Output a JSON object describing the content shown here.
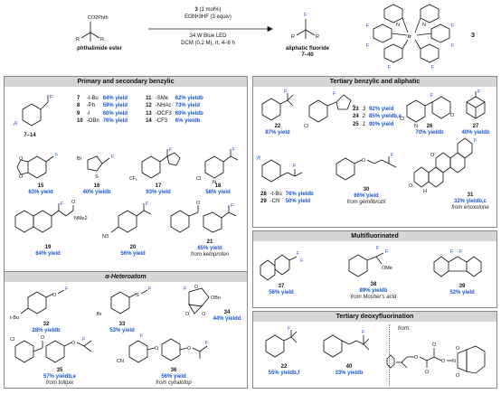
{
  "scheme": {
    "reactant_label": "phthalimide ester",
    "reagent_line1_num": "3",
    "reagent_line1_text": "(1 mol%)",
    "reagent_line2": "Et3N•3HF (3 equiv)",
    "reagent_line3": "34 W Blue LED",
    "reagent_line4": "DCM (0.2 M), rt, 4–6 h",
    "product_label": "aliphatic fluoride",
    "product_range": "7–40",
    "catalyst_num": "3",
    "reactant_atoms": {
      "top": "CO2Phth",
      "r1": "R",
      "r2": "R",
      "r3": "R"
    },
    "product_atoms": {
      "f": "F",
      "r1": "R",
      "r2": "R",
      "r3": "R"
    },
    "catalyst_atoms": {
      "ir": "Ir",
      "n": "N",
      "f": "F"
    }
  },
  "panels": {
    "primary_secondary": {
      "title": "Primary and secondary benzylic",
      "core_label": "7–14",
      "table": [
        {
          "num": "7",
          "r": "-t-Bu",
          "yield": "64% yield",
          "num2": "11",
          "r2": "-SMe",
          "yield2": "62% yieldb"
        },
        {
          "num": "8",
          "r": "-Ph",
          "yield": "59% yield",
          "num2": "12",
          "r2": "-NHAc",
          "yield2": "73% yield"
        },
        {
          "num": "9",
          "r": "-I",
          "yield": "60% yield",
          "num2": "13",
          "r2": "-OCF3",
          "yield2": "60% yieldb"
        },
        {
          "num": "10",
          "r": "-OBn",
          "yield": "76% yield",
          "num2": "14",
          "r2": "-CF3",
          "yield2": "6% yieldb"
        }
      ],
      "compounds": [
        {
          "num": "15",
          "yield": "63% yield"
        },
        {
          "num": "16",
          "yield": "40% yieldb"
        },
        {
          "num": "17",
          "yield": "93% yield"
        },
        {
          "num": "18",
          "yield": "58% yield"
        },
        {
          "num": "19",
          "yield": "64% yield"
        },
        {
          "num": "20",
          "yield": "56% yield"
        },
        {
          "num": "21",
          "yield": "65% yield",
          "from": "from ketoprofen"
        }
      ]
    },
    "alpha_hetero": {
      "title": "α-Heteroatom",
      "compounds": [
        {
          "num": "32",
          "yield": "28% yieldb"
        },
        {
          "num": "33",
          "yield": "53% yield"
        },
        {
          "num": "34",
          "yield": "44% yieldd"
        },
        {
          "num": "35",
          "yield": "57% yieldb,e",
          "from": "from trillipix"
        },
        {
          "num": "36",
          "yield": "56% yield",
          "from": "from cyhalofop"
        }
      ]
    },
    "tertiary_benzylic": {
      "title": "Tertiary benzylic and aliphatic",
      "compounds": [
        {
          "num": "22",
          "yield": "87% yield"
        },
        {
          "num": "26",
          "yield": "70% yieldb"
        },
        {
          "num": "27",
          "yield": "40% yieldb"
        },
        {
          "num": "30",
          "yield": "66% yield",
          "from": "from gemfibrozil"
        },
        {
          "num": "31",
          "yield": "32% yieldb,c",
          "from": "from enoxolone"
        }
      ],
      "ring_table": [
        {
          "num": "23",
          "n": "3",
          "yield": "92% yield"
        },
        {
          "num": "24",
          "n": "2",
          "yield": "85% yieldb,e"
        },
        {
          "num": "25",
          "n": "1",
          "yield": "90% yield"
        }
      ],
      "r_table": [
        {
          "num": "28",
          "r": "-t-Bu",
          "yield": "76% yieldb"
        },
        {
          "num": "29",
          "r": "-CN",
          "yield": "50% yield"
        }
      ]
    },
    "multifluorinated": {
      "title": "Multifluorinated",
      "compounds": [
        {
          "num": "37",
          "yield": "56% yield"
        },
        {
          "num": "38",
          "yield": "89% yieldb",
          "from": "from Mosher's acid"
        },
        {
          "num": "39",
          "yield": "52% yield"
        }
      ]
    },
    "deoxy": {
      "title": "Tertiary deoxyfluorination",
      "compounds": [
        {
          "num": "22",
          "yield": "55% yieldb,f"
        },
        {
          "num": "40",
          "yield": "33% yieldb"
        }
      ],
      "from_label": "from:"
    }
  },
  "atoms": {
    "F": "F",
    "R": "R",
    "Br": "Br",
    "Cl": "Cl",
    "O": "O",
    "N": "N",
    "S": "S",
    "N3": "N3",
    "NMe2": "NMe2",
    "OMe": "OMe",
    "OBn": "OBn",
    "tBu": "t-Bu",
    "CN": "CN",
    "n": "n",
    "H": "H"
  }
}
